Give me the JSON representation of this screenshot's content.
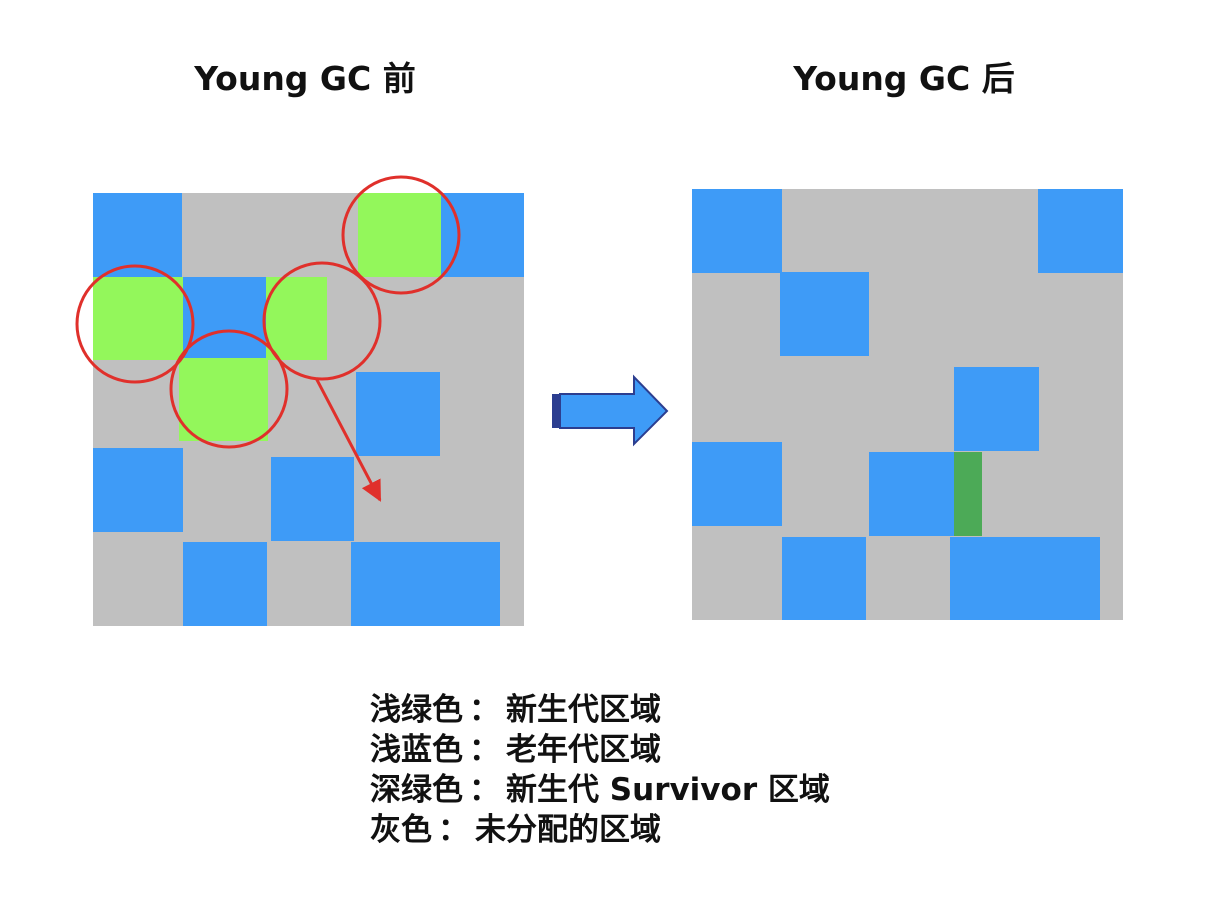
{
  "titles": {
    "before": "Young GC 前",
    "after": "Young GC 后"
  },
  "legend": [
    {
      "key": "浅绿色",
      "sep": "：",
      "value": "新生代区域"
    },
    {
      "key": "浅蓝色",
      "sep": "：",
      "value": "老年代区域"
    },
    {
      "key": "深绿色",
      "sep": "：",
      "value": "新生代 Survivor 区域"
    },
    {
      "key": "灰色",
      "sep": "：",
      "value": "未分配的区域"
    }
  ],
  "colors": {
    "unallocated": "#c0c0c0",
    "old": "#3e9bf7",
    "young": "#93f75b",
    "survivor": "#4caa57",
    "highlight": "#e0302b",
    "arrow": "#3e9bf7",
    "arrowEdge": "#2c3e90"
  },
  "icons": {
    "transition": "right-arrow-icon",
    "collected": "circle-highlight"
  }
}
